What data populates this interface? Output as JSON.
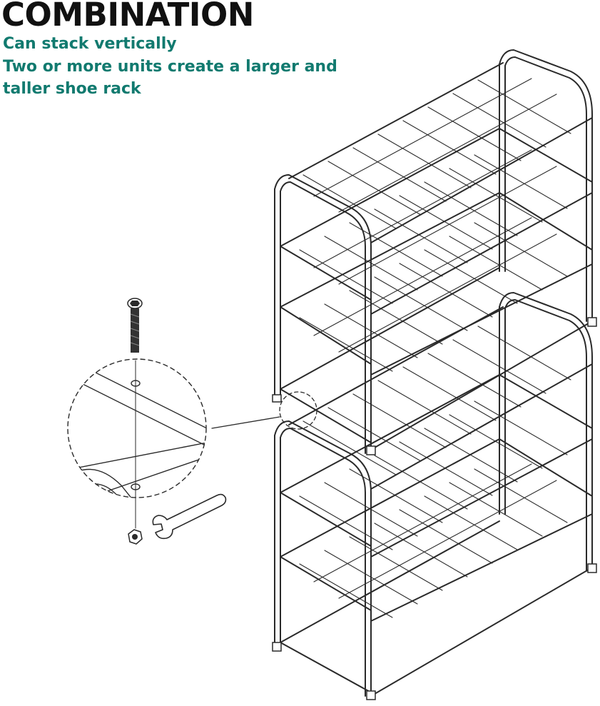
{
  "heading": {
    "title": "COMBINATION",
    "lines": [
      "Can stack vertically",
      "Two or more units create a larger and",
      "taller shoe rack"
    ]
  },
  "colors": {
    "title": "#111111",
    "subtitle": "#117a6f",
    "line_art": "#2a2a2a",
    "background": "#ffffff"
  },
  "illustration": {
    "subject": "two stacked wire shoe racks with connection detail",
    "parts": [
      "hex-bolt",
      "hex-nut",
      "wrench",
      "detail-callout"
    ]
  }
}
